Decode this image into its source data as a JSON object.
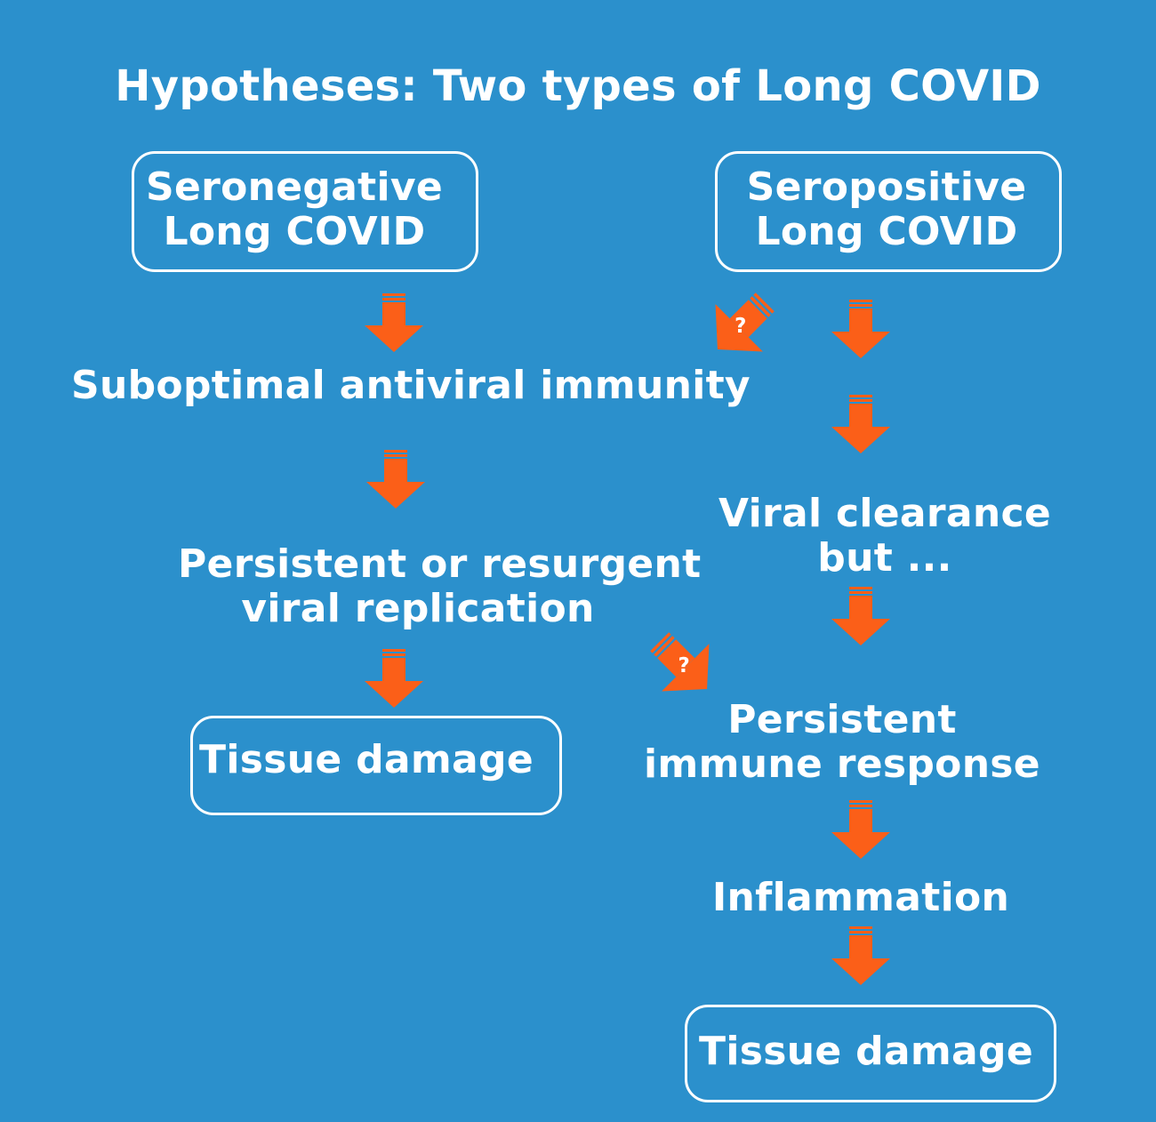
{
  "title": "Hypotheses: Two types of Long COVID",
  "left": {
    "header": [
      "Seronegative",
      "Long COVID"
    ],
    "step1": "Suboptimal antiviral immunity",
    "step2": [
      "Persistent or resurgent",
      "viral replication"
    ],
    "outcome": "Tissue damage"
  },
  "right": {
    "header": [
      "Seropositive",
      "Long COVID"
    ],
    "step1": [
      "Viral clearance",
      "but ..."
    ],
    "step2": [
      "Persistent",
      "immune response"
    ],
    "step3": "Inflammation",
    "outcome": "Tissue damage"
  },
  "uncertain_marker": "?",
  "colors": {
    "background": "#2b90cc",
    "text": "#ffffff",
    "arrow": "#fb5f18"
  }
}
